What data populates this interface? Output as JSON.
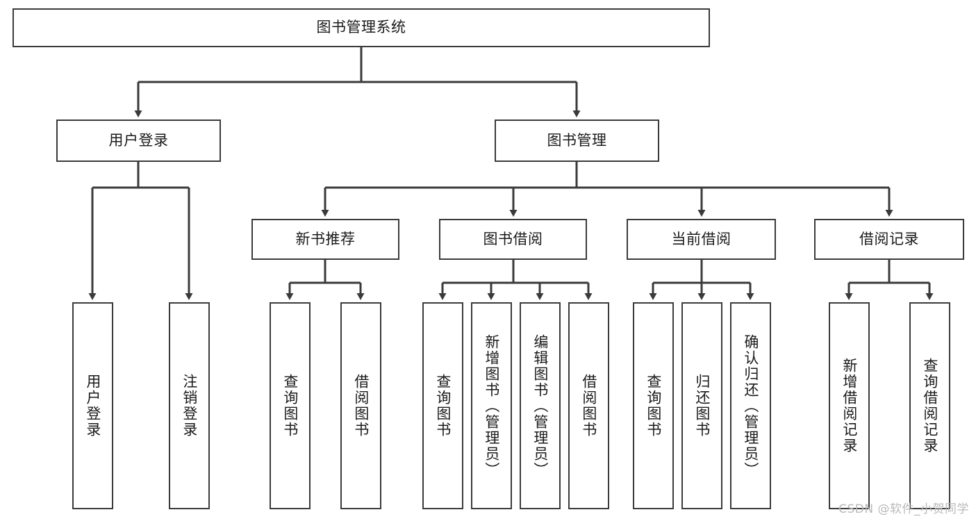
{
  "diagram": {
    "title": "图书管理系统",
    "type": "tree-hierarchy-diagram",
    "colors": {
      "stroke": "#3a3a3a",
      "fill": "#ffffff",
      "text": "#1a1a1a",
      "watermark": "#b9b9b9"
    },
    "root": {
      "label": "图书管理系统"
    },
    "level2": [
      {
        "label": "用户登录"
      },
      {
        "label": "图书管理"
      }
    ],
    "level3": [
      {
        "label": "新书推荐"
      },
      {
        "label": "图书借阅"
      },
      {
        "label": "当前借阅"
      },
      {
        "label": "借阅记录"
      }
    ],
    "leaves": {
      "user_login": [
        {
          "label": "用户登录"
        },
        {
          "label": "注销登录"
        }
      ],
      "new_book_recommend": [
        {
          "label": "查询图书"
        },
        {
          "label": "借阅图书"
        }
      ],
      "book_borrow": [
        {
          "label": "查询图书"
        },
        {
          "label": "新增图书（管理员）"
        },
        {
          "label": "编辑图书（管理员）"
        },
        {
          "label": "借阅图书"
        }
      ],
      "current_borrow": [
        {
          "label": "查询图书"
        },
        {
          "label": "归还图书"
        },
        {
          "label": "确认归还（管理员）"
        }
      ],
      "borrow_record": [
        {
          "label": "新增借阅记录"
        },
        {
          "label": "查询借阅记录"
        }
      ]
    },
    "watermark": "CSDN @软件_小贺同学"
  }
}
